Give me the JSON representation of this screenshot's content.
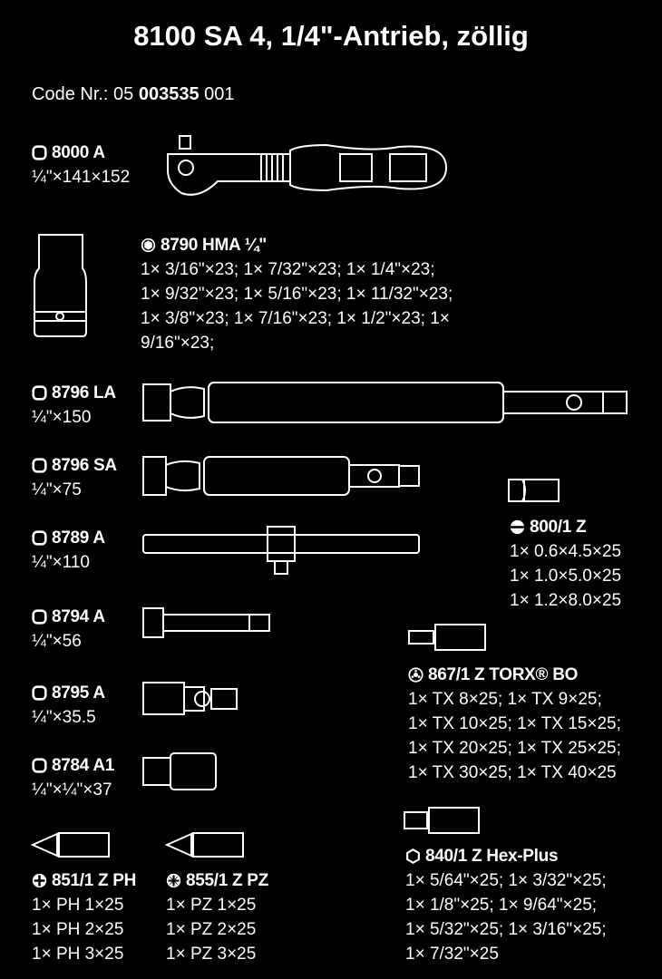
{
  "title": "8100 SA 4, 1/4\"-Antrieb, zöllig",
  "code": {
    "prefix": "Code Nr.: 05 ",
    "bold": "003535",
    "suffix": " 001"
  },
  "colors": {
    "background": "#000000",
    "foreground": "#ffffff"
  },
  "items": [
    {
      "name": "8000 A",
      "icon": "square-drive-icon",
      "lines": [
        "¼\"×141×152"
      ]
    },
    {
      "name": "8790 HMA ¼\"",
      "icon": "hexagon-socket-icon",
      "lines": [
        "1× 3/16\"×23; 1× 7/32\"×23; 1× 1/4\"×23;",
        "1× 9/32\"×23; 1× 5/16\"×23; 1× 11/32\"×23;",
        "1× 3/8\"×23; 1× 7/16\"×23; 1× 1/2\"×23; 1×",
        "9/16\"×23;"
      ]
    },
    {
      "name": "8796 LA",
      "icon": "square-drive-icon",
      "lines": [
        "¼\"×150"
      ]
    },
    {
      "name": "8796 SA",
      "icon": "square-drive-icon",
      "lines": [
        "¼\"×75"
      ]
    },
    {
      "name": "8789 A",
      "icon": "square-drive-icon",
      "lines": [
        "¼\"×110"
      ]
    },
    {
      "name": "8794 A",
      "icon": "square-drive-icon",
      "lines": [
        "¼\"×56"
      ]
    },
    {
      "name": "8795 A",
      "icon": "square-drive-icon",
      "lines": [
        "¼\"×35.5"
      ]
    },
    {
      "name": "8784 A1",
      "icon": "square-drive-icon",
      "lines": [
        "¼\"×¼\"×37"
      ]
    },
    {
      "name": "800/1 Z",
      "icon": "slotted-icon",
      "lines": [
        "1× 0.6×4.5×25",
        "1× 1.0×5.0×25",
        "1× 1.2×8.0×25"
      ]
    },
    {
      "name": "867/1 Z TORX® BO",
      "icon": "torx-icon",
      "lines": [
        "1× TX 8×25; 1× TX 9×25;",
        "1× TX 10×25; 1× TX 15×25;",
        "1× TX 20×25; 1× TX 25×25;",
        "1× TX 30×25; 1× TX 40×25"
      ]
    },
    {
      "name": "840/1 Z Hex-Plus",
      "icon": "hex-icon",
      "lines": [
        "1× 5/64\"×25; 1× 3/32\"×25;",
        "1× 1/8\"×25; 1× 9/64\"×25;",
        "1× 5/32\"×25; 1× 3/16\"×25;",
        "1× 7/32\"×25"
      ]
    },
    {
      "name": "851/1 Z PH",
      "icon": "phillips-icon",
      "lines": [
        "1× PH 1×25",
        "1× PH 2×25",
        "1× PH 3×25"
      ]
    },
    {
      "name": "855/1 Z PZ",
      "icon": "pozidriv-icon",
      "lines": [
        "1× PZ 1×25",
        "1× PZ 2×25",
        "1× PZ 3×25"
      ]
    }
  ]
}
